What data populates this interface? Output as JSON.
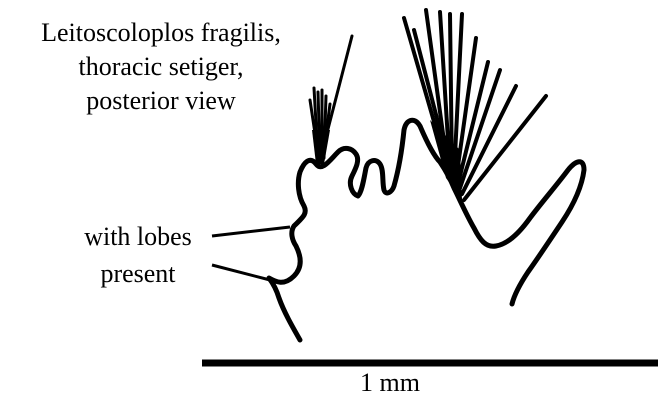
{
  "title_lines": [
    "Leitoscoloplos fragilis,",
    "thoracic setiger,",
    "posterior view"
  ],
  "annotation_lines": [
    "with lobes",
    "present"
  ],
  "scale_bar": {
    "label": "1 mm"
  },
  "colors": {
    "ink": "#000000",
    "background": "#ffffff"
  }
}
